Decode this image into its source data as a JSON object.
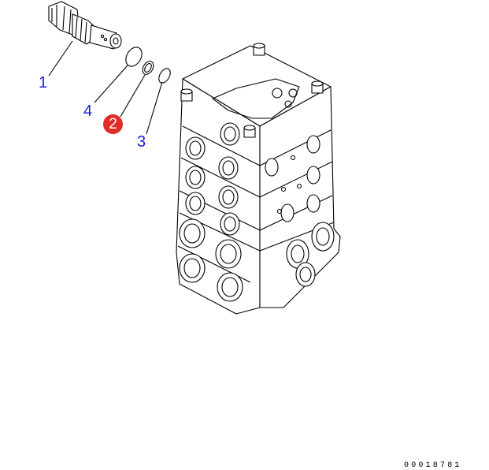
{
  "diagram": {
    "callouts": [
      {
        "number": "1",
        "highlighted": false
      },
      {
        "number": "4",
        "highlighted": false
      },
      {
        "number": "2",
        "highlighted": true
      },
      {
        "number": "3",
        "highlighted": false
      }
    ],
    "drawing_code": "00018781",
    "colors": {
      "callout": "#1a1ae6",
      "highlight": "#e02b27"
    }
  }
}
